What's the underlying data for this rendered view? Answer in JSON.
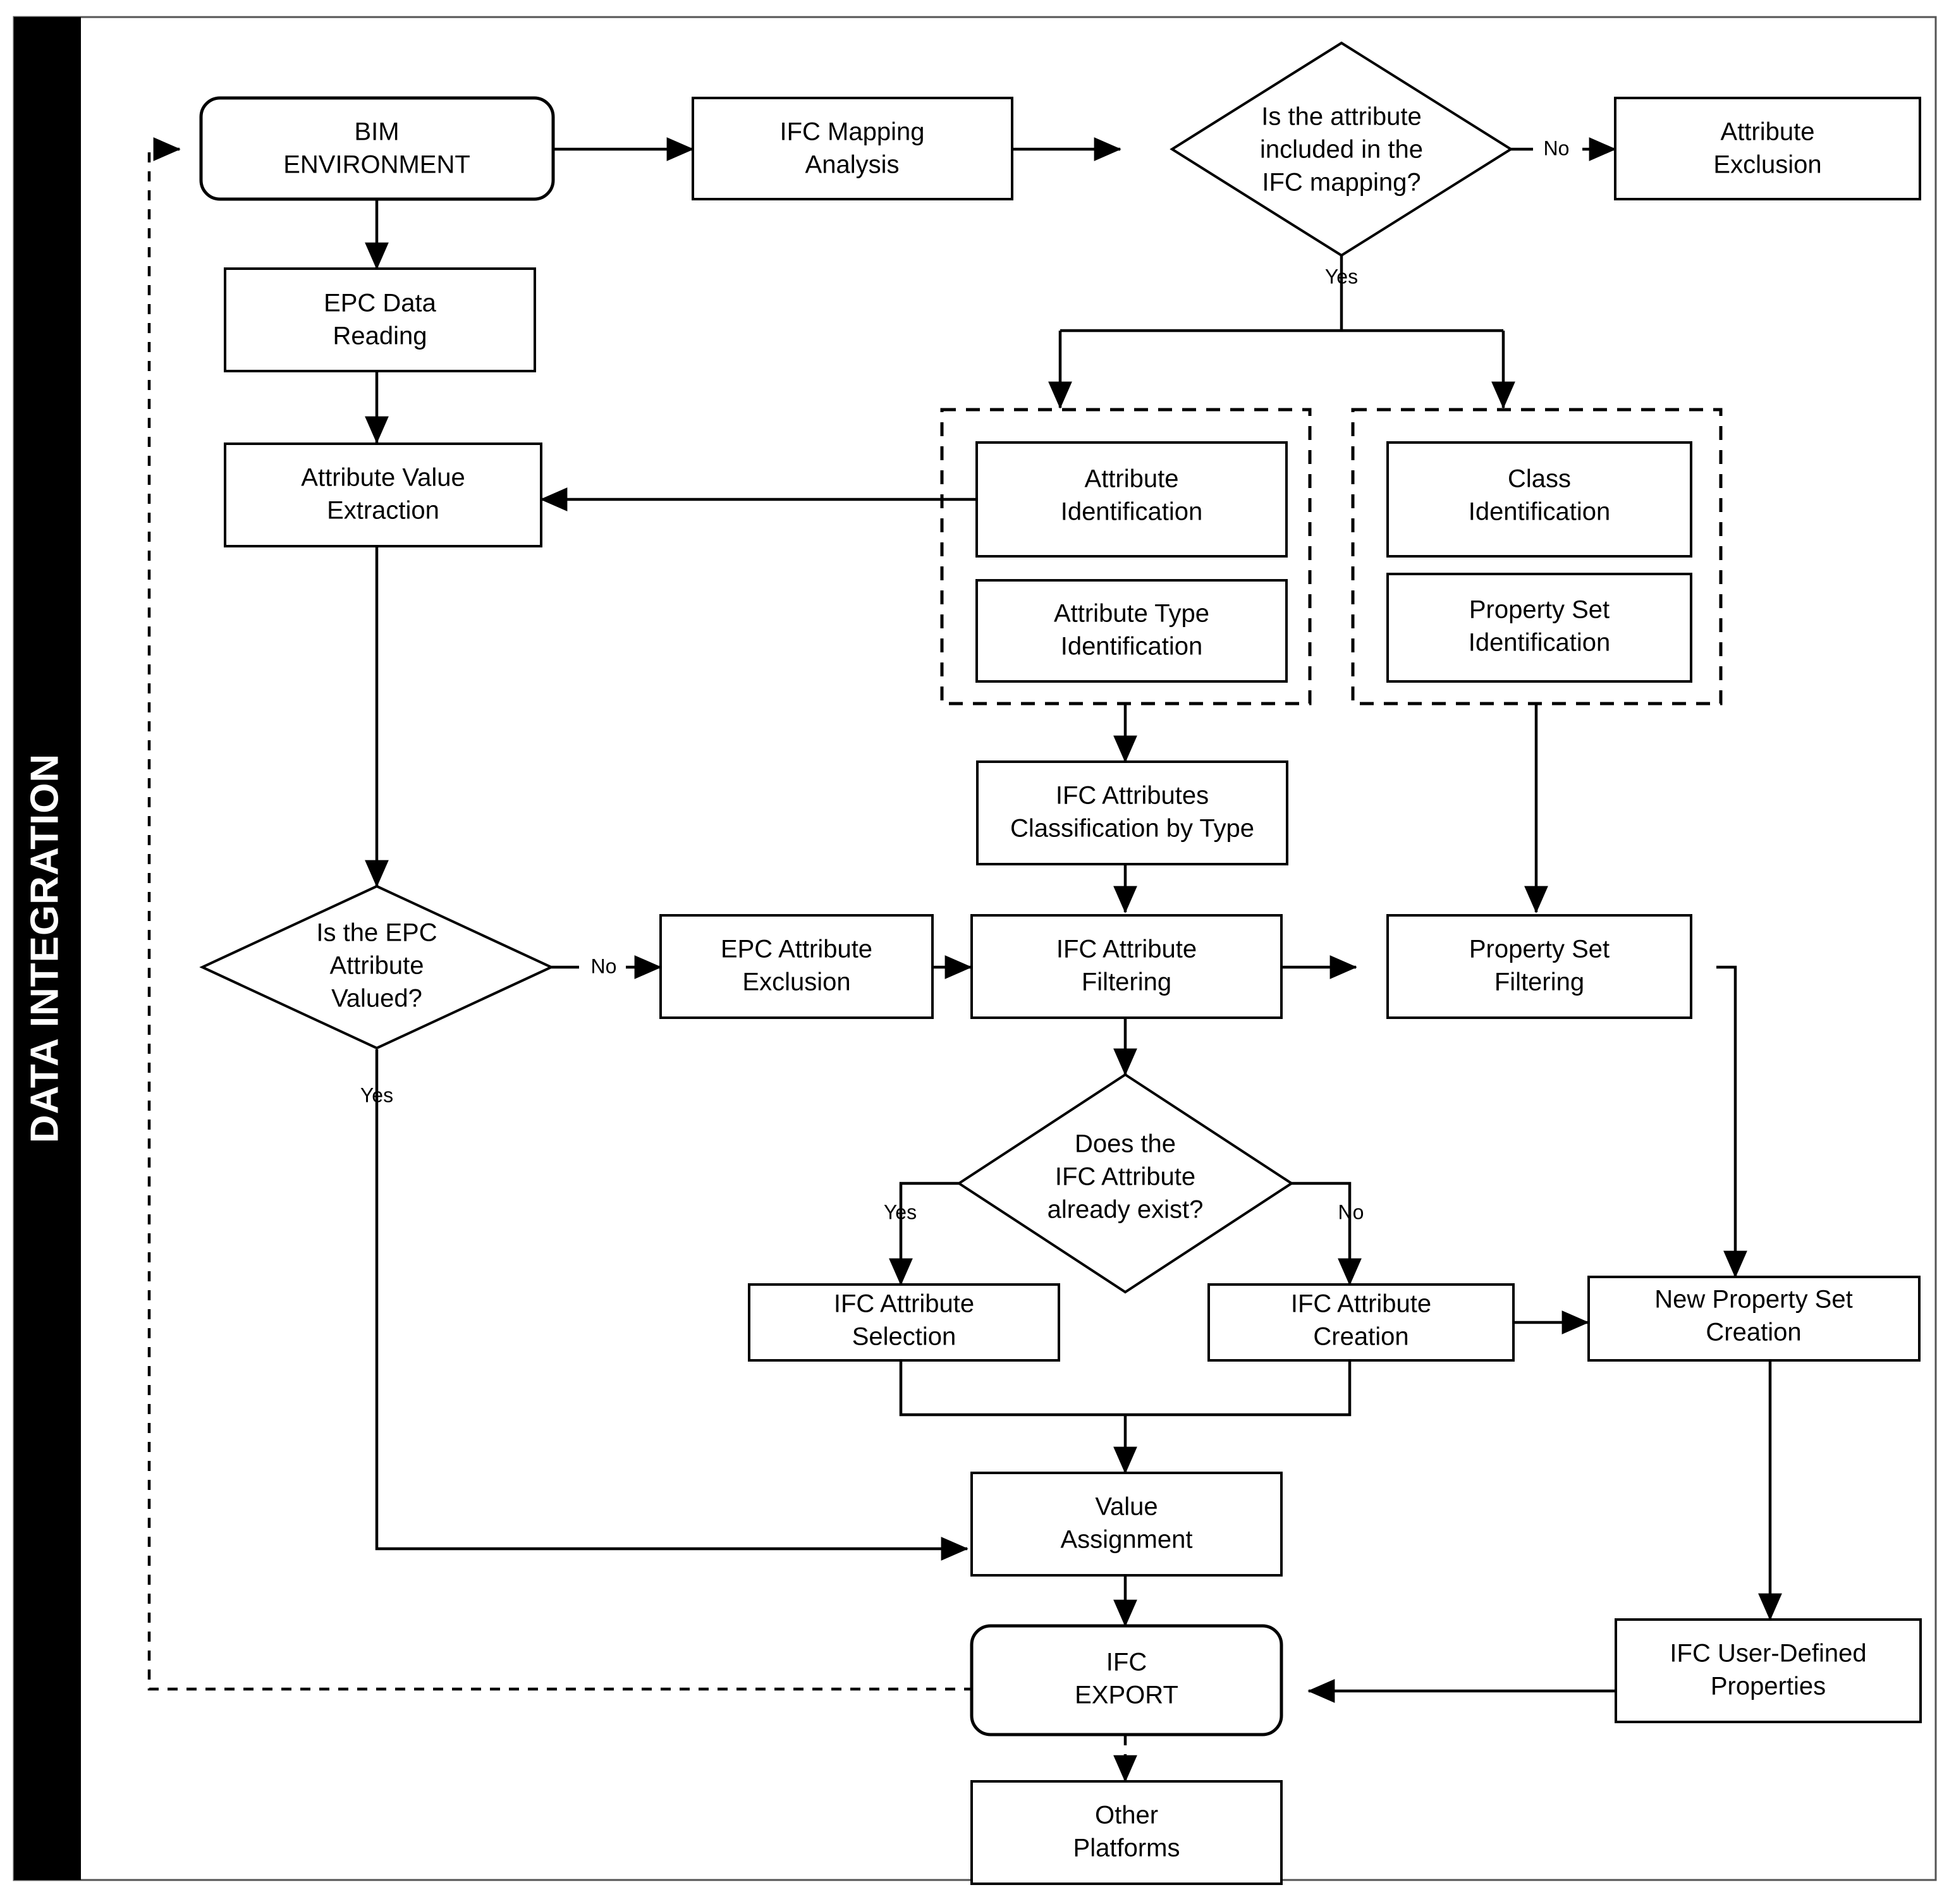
{
  "diagram": {
    "title": "DATA INTEGRATION",
    "sidebar_label": "DATA INTEGRATION",
    "colors": {
      "background": "#ffffff",
      "stroke": "#000000",
      "sidebar_fill": "#000000",
      "sidebar_text": "#ffffff",
      "frame": "#555555"
    },
    "nodes": {
      "bim_environment": {
        "line1": "BIM",
        "line2": "ENVIRONMENT",
        "shape": "rounded-rect"
      },
      "ifc_mapping_analysis": {
        "line1": "IFC Mapping",
        "line2": "Analysis",
        "shape": "rect"
      },
      "attribute_mapping_decision": {
        "line1": "Is the attribute",
        "line2": "included in the",
        "line3": "IFC mapping?",
        "shape": "diamond"
      },
      "attribute_exclusion": {
        "line1": "Attribute",
        "line2": "Exclusion",
        "shape": "rect"
      },
      "epc_data_reading": {
        "line1": "EPC Data",
        "line2": "Reading",
        "shape": "rect"
      },
      "attribute_value_extraction": {
        "line1": "Attribute Value",
        "line2": "Extraction",
        "shape": "rect"
      },
      "attribute_identification": {
        "line1": "Attribute",
        "line2": "Identification",
        "shape": "rect"
      },
      "attribute_type_identification": {
        "line1": "Attribute Type",
        "line2": "Identification",
        "shape": "rect"
      },
      "class_identification": {
        "line1": "Class",
        "line2": "Identification",
        "shape": "rect"
      },
      "property_set_identification": {
        "line1": "Property Set",
        "line2": "Identification",
        "shape": "rect"
      },
      "ifc_attributes_classification": {
        "line1": "IFC Attributes",
        "line2": "Classification by Type",
        "shape": "rect"
      },
      "epc_valued_decision": {
        "line1": "Is the EPC",
        "line2": "Attribute",
        "line3": "Valued?",
        "shape": "diamond"
      },
      "epc_attribute_exclusion": {
        "line1": "EPC Attribute",
        "line2": "Exclusion",
        "shape": "rect"
      },
      "ifc_attribute_filtering": {
        "line1": "IFC Attribute",
        "line2": "Filtering",
        "shape": "rect"
      },
      "property_set_filtering": {
        "line1": "Property Set",
        "line2": "Filtering",
        "shape": "rect"
      },
      "ifc_attribute_exists_decision": {
        "line1": "Does the",
        "line2": "IFC Attribute",
        "line3": "already exist?",
        "shape": "diamond"
      },
      "ifc_attribute_selection": {
        "line1": "IFC Attribute",
        "line2": "Selection",
        "shape": "rect"
      },
      "ifc_attribute_creation": {
        "line1": "IFC Attribute",
        "line2": "Creation",
        "shape": "rect"
      },
      "new_property_set_creation": {
        "line1": "New Property Set",
        "line2": "Creation",
        "shape": "rect"
      },
      "value_assignment": {
        "line1": "Value",
        "line2": "Assignment",
        "shape": "rect"
      },
      "ifc_export": {
        "line1": "IFC",
        "line2": "EXPORT",
        "shape": "rounded-rect"
      },
      "ifc_user_defined_properties": {
        "line1": "IFC User-Defined",
        "line2": "Properties",
        "shape": "rect"
      },
      "other_platforms": {
        "line1": "Other",
        "line2": "Platforms",
        "shape": "rect"
      }
    },
    "edge_labels": {
      "mapping_no": "No",
      "mapping_yes": "Yes",
      "epc_no": "No",
      "epc_yes": "Yes",
      "exists_yes": "Yes",
      "exists_no": "No"
    }
  }
}
